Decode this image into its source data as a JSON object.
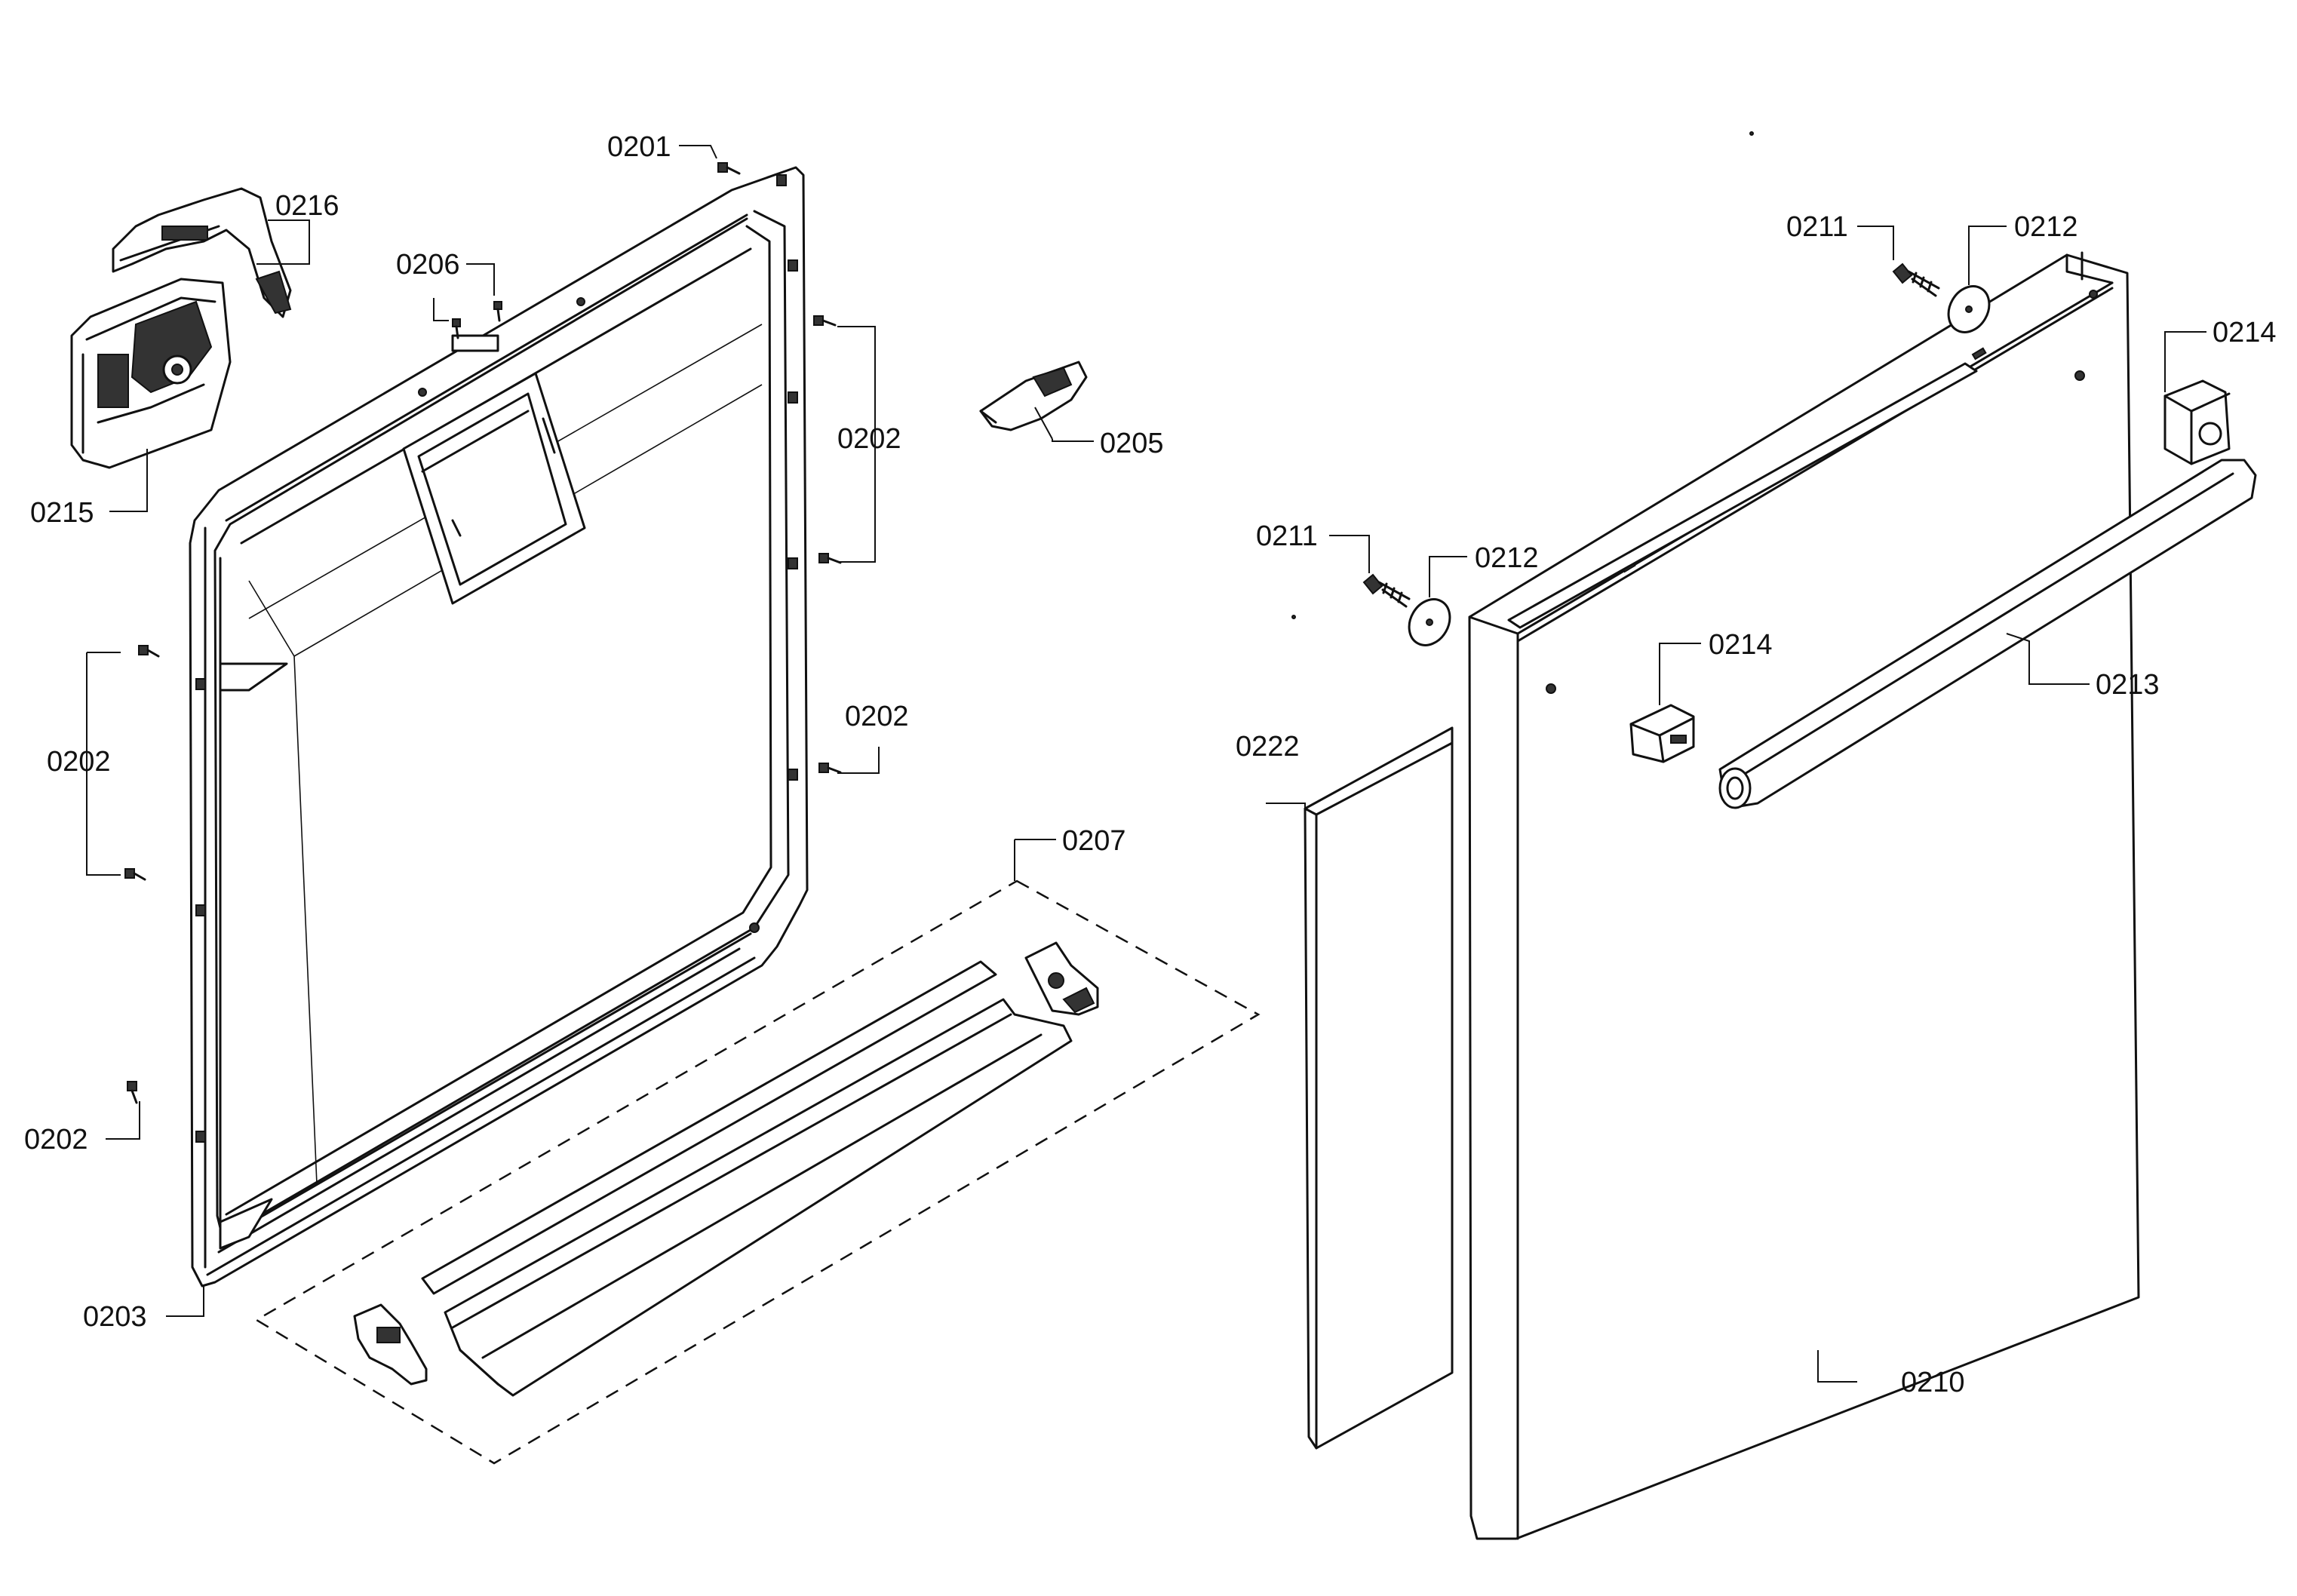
{
  "callouts": {
    "c0201": "0201",
    "c0216": "0216",
    "c0206": "0206",
    "c0215": "0215",
    "c0202a": "0202",
    "c0205": "0205",
    "c0202b": "0202",
    "c0202c": "0202",
    "c0202d": "0202",
    "c0203": "0203",
    "c0207": "0207",
    "c0211a": "0211",
    "c0212a": "0212",
    "c0214a": "0214",
    "c0211b": "0211",
    "c0212b": "0212",
    "c0214b": "0214",
    "c0213": "0213",
    "c0222": "0222",
    "c0210": "0210"
  }
}
